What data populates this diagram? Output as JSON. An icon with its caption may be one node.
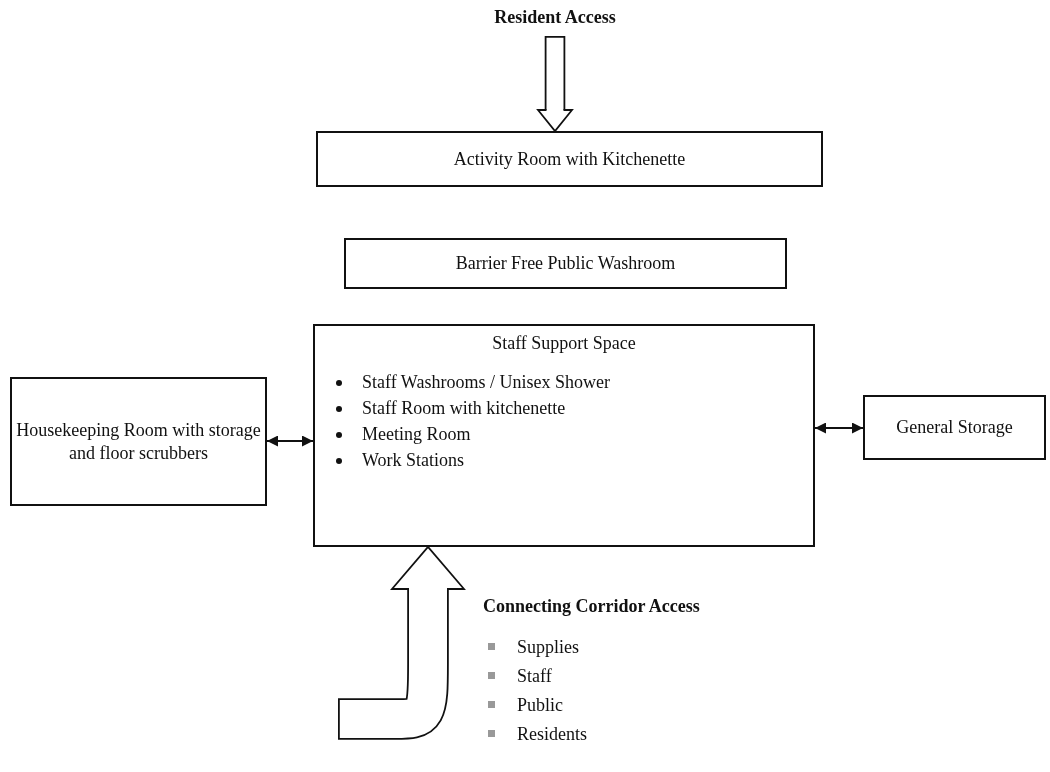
{
  "diagram": {
    "nodes": [
      {
        "text": [
          "Resident Access"
        ]
      },
      {
        "text": [
          "Activity Room with Kitchenette"
        ]
      },
      {
        "text": [
          "Barrier Free Public Washroom"
        ]
      },
      {
        "text": [
          "Staff Support Space",
          "Staff Washrooms / Unisex Shower",
          "Staff Room with kitchenette",
          "Meeting Room",
          "Work Stations"
        ]
      },
      {
        "text": [
          "Housekeeping Room with storage and floor scrubbers"
        ]
      },
      {
        "text": [
          "General Storage"
        ]
      }
    ],
    "edges": [
      {
        "from": 0,
        "to": 1,
        "arrow": "to",
        "style": "thick"
      },
      {
        "from": 4,
        "to": 3,
        "arrow": "both"
      },
      {
        "from": 3,
        "to": 5,
        "arrow": "both"
      },
      {
        "from": null,
        "to": 3,
        "arrow": "to",
        "style": "thick"
      }
    ],
    "labels": [
      "Connecting Corridor Access",
      "Supplies",
      "Staff",
      "Public",
      "Residents"
    ]
  }
}
